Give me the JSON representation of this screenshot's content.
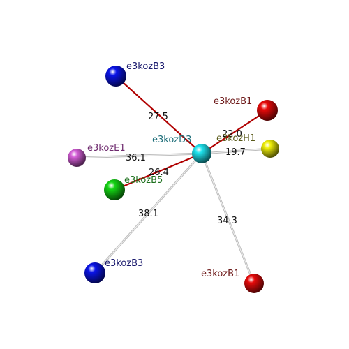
{
  "center": {
    "label": "e3kozD3",
    "color": "#1fe3ee",
    "label_color": "#1f6f7a"
  },
  "neighbors": [
    {
      "id": "b3-top",
      "label": "e3kozB3",
      "color": "#0a14e8",
      "label_color": "#1a1a6e",
      "distance": "27.5",
      "bond": "red"
    },
    {
      "id": "b1-top",
      "label": "e3kozB1",
      "color": "#e80a0a",
      "label_color": "#6e1a1a",
      "distance": "22.0",
      "bond": "red"
    },
    {
      "id": "h1",
      "label": "e3kozH1",
      "color": "#f0f00a",
      "label_color": "#5a5a1a",
      "distance": "19.7",
      "bond": "gray"
    },
    {
      "id": "e1",
      "label": "e3kozE1",
      "color": "#d55fd8",
      "label_color": "#6e2a6e",
      "distance": "36.1",
      "bond": "gray"
    },
    {
      "id": "b5",
      "label": "e3kozB5",
      "color": "#14d414",
      "label_color": "#1a6e1a",
      "distance": "26.4",
      "bond": "red"
    },
    {
      "id": "b3-bot",
      "label": "e3kozB3",
      "color": "#0a14e8",
      "label_color": "#1a1a6e",
      "distance": "38.1",
      "bond": "gray"
    },
    {
      "id": "b1-bot",
      "label": "e3kozB1",
      "color": "#e80a0a",
      "label_color": "#6e1a1a",
      "distance": "34.3",
      "bond": "gray"
    }
  ]
}
